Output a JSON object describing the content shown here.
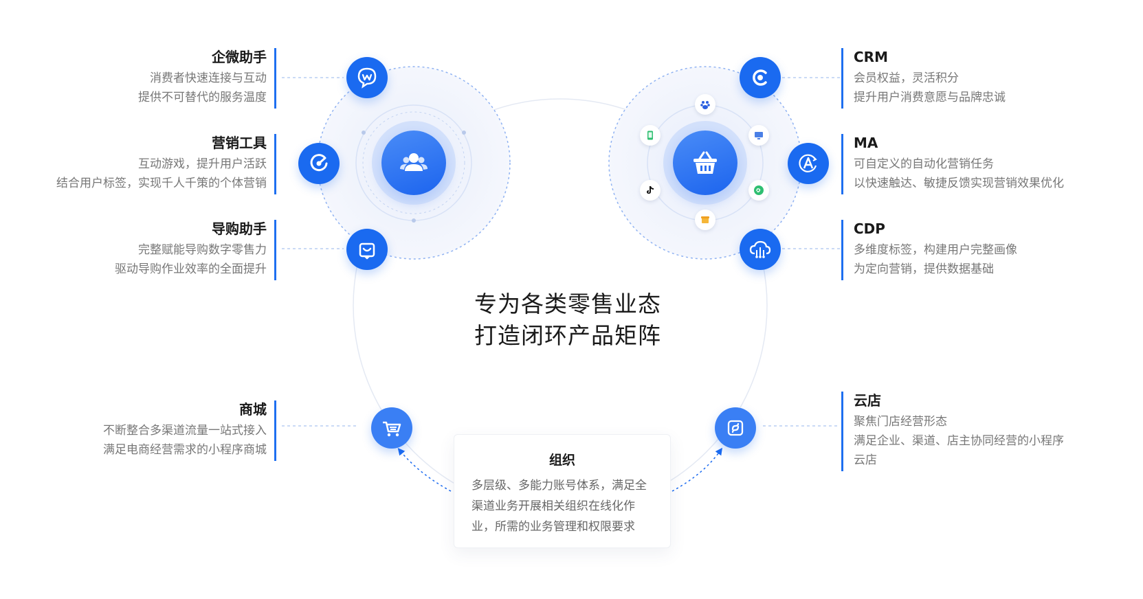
{
  "center_title": {
    "line1": "专为各类零售业态",
    "line2": "打造闭环产品矩阵"
  },
  "left_features": [
    {
      "title": "企微助手",
      "lines": [
        "消费者快速连接与互动",
        "提供不可替代的服务温度"
      ],
      "icon": "wecom-chat-icon"
    },
    {
      "title": "营销工具",
      "lines": [
        "互动游戏，提升用户活跃",
        "结合用户标签，实现千人千策的个体营销"
      ],
      "icon": "marketing-gauge-icon"
    },
    {
      "title": "导购助手",
      "lines": [
        "完整赋能导购数字零售力",
        "驱动导购作业效率的全面提升"
      ],
      "icon": "shopping-bag-icon"
    },
    {
      "title": "商城",
      "lines": [
        "不断整合多渠道流量一站式接入",
        "满足电商经营需求的小程序商城"
      ],
      "icon": "shopping-cart-icon"
    }
  ],
  "right_features": [
    {
      "title": "CRM",
      "lines": [
        "会员权益，灵活积分",
        "提升用户消费意愿与品牌忠诚"
      ],
      "icon": "crm-ring-icon"
    },
    {
      "title": "MA",
      "lines": [
        "可自定义的自动化营销任务",
        "以快速触达、敏捷反馈实现营销效果优化"
      ],
      "icon": "automation-a-icon"
    },
    {
      "title": "CDP",
      "lines": [
        "多维度标签，构建用户完整画像",
        "为定向营销，提供数据基础"
      ],
      "icon": "cloud-data-icon"
    },
    {
      "title": "云店",
      "lines": [
        "聚焦门店经营形态",
        "满足企业、渠道、店主协同经营的小程序",
        "云店"
      ],
      "icon": "mini-program-store-icon"
    }
  ],
  "org": {
    "title": "组织",
    "lines": [
      "多层级、多能力账号体系，满足全",
      "渠道业务开展相关组织在线化作",
      "业，所需的业务管理和权限要求"
    ]
  },
  "hubs": [
    {
      "name": "users-hub",
      "icon": "users-icon"
    },
    {
      "name": "basket-hub",
      "icon": "basket-icon"
    }
  ],
  "channels": [
    "baidu-icon",
    "monitor-icon",
    "mini-program-icon",
    "store-icon",
    "tiktok-icon",
    "phone-icon"
  ],
  "colors": {
    "accent": "#1a6af0",
    "ring": "#8fb2f2",
    "soft": "#eef3fc"
  }
}
